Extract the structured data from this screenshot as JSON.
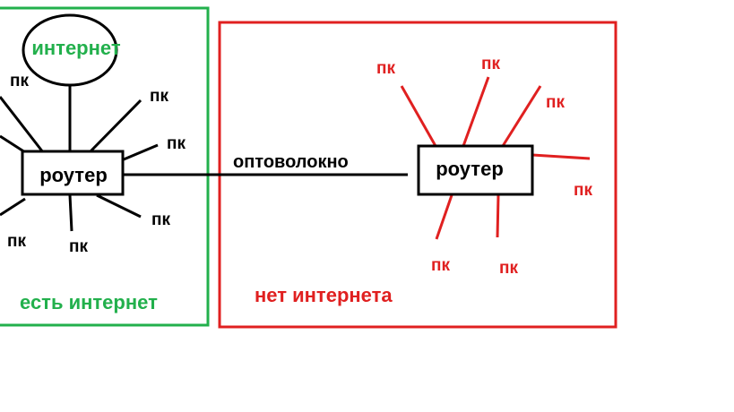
{
  "colors": {
    "left_zone": "#22b04c",
    "right_zone": "#e02020",
    "lines_left": "#000000",
    "lines_right": "#e02020"
  },
  "left_zone": {
    "internet_label": "интернет",
    "router_label": "роутер",
    "caption": "есть интернет",
    "pc_labels": [
      "пк",
      "пк",
      "пк",
      "пк",
      "пк",
      "пк"
    ]
  },
  "link": {
    "label": "оптоволокно"
  },
  "right_zone": {
    "router_label": "роутер",
    "caption": "нет интернета",
    "pc_labels": [
      "пк",
      "пк",
      "пк",
      "пк",
      "пк",
      "пк"
    ]
  }
}
